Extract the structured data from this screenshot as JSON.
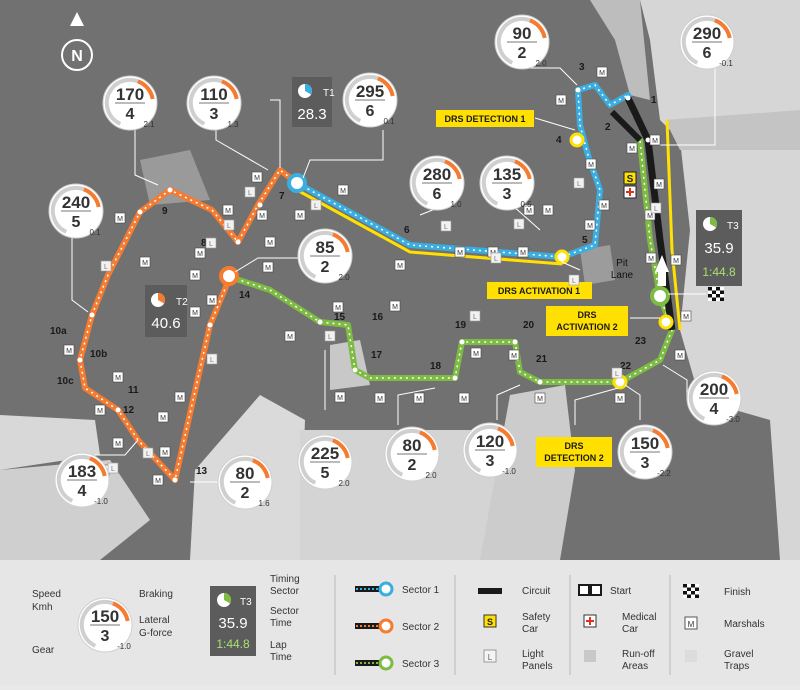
{
  "compass": {
    "label": "N"
  },
  "gauges": [
    {
      "speed": "90",
      "gear": "2",
      "g": "2.0"
    },
    {
      "speed": "290",
      "gear": "6",
      "g": "-0.1"
    },
    {
      "speed": "170",
      "gear": "4",
      "g": "2.1"
    },
    {
      "speed": "110",
      "gear": "3",
      "g": "1.3"
    },
    {
      "speed": "295",
      "gear": "6",
      "g": "0.1"
    },
    {
      "speed": "280",
      "gear": "6",
      "g": "1.0"
    },
    {
      "speed": "135",
      "gear": "3",
      "g": "0.5"
    },
    {
      "speed": "240",
      "gear": "5",
      "g": "0.1"
    },
    {
      "speed": "85",
      "gear": "2",
      "g": "2.0"
    },
    {
      "speed": "225",
      "gear": "5",
      "g": "2.0"
    },
    {
      "speed": "80",
      "gear": "2",
      "g": "2.0"
    },
    {
      "speed": "120",
      "gear": "3",
      "g": "-1.0"
    },
    {
      "speed": "150",
      "gear": "3",
      "g": "-2.2"
    },
    {
      "speed": "200",
      "gear": "4",
      "g": "-3.0"
    },
    {
      "speed": "183",
      "gear": "4",
      "g": "-1.0"
    },
    {
      "speed": "80",
      "gear": "2",
      "g": "1.6"
    }
  ],
  "timing": {
    "t1": {
      "label": "T1",
      "time": "28.3"
    },
    "t2": {
      "label": "T2",
      "time": "40.6"
    },
    "t3": {
      "label": "T3",
      "time": "35.9",
      "lap": "1:44.8"
    }
  },
  "corners": [
    "1",
    "2",
    "3",
    "4",
    "5",
    "6",
    "7",
    "8",
    "9",
    "10a",
    "10b",
    "10c",
    "11",
    "12",
    "13",
    "14",
    "15",
    "16",
    "17",
    "18",
    "19",
    "20",
    "21",
    "22",
    "23"
  ],
  "drs": {
    "detection1": "DRS DETECTION 1",
    "activation1": "DRS ACTIVATION 1",
    "activation2_l1": "DRS",
    "activation2_l2": "ACTIVATION 2",
    "detection2_l1": "DRS",
    "detection2_l2": "DETECTION 2"
  },
  "pitlane": {
    "l1": "Pit",
    "l2": "Lane"
  },
  "safety_car_letter": "S",
  "marshal_letter": "M",
  "panel_letter": "L",
  "colors": {
    "sector1": "#3aaee0",
    "sector2": "#f47b30",
    "sector3": "#7dbb42",
    "drs": "#ffe000",
    "ground": "#707070"
  },
  "legend": {
    "speed": "Speed",
    "kmh": "Kmh",
    "gear": "Gear",
    "braking": "Braking",
    "lateral": "Lateral",
    "gforce": "G-force",
    "sample_speed": "150",
    "sample_gear": "3",
    "sample_g": "-1.0",
    "sample_t": "T3",
    "sample_time": "35.9",
    "sample_lap": "1:44.8",
    "timing": "Timing",
    "sector": "Sector",
    "sector_time1": "Sector",
    "sector_time2": "Time",
    "lap": "Lap",
    "lap_time": "Time",
    "sector1": "Sector 1",
    "sector2": "Sector 2",
    "sector3": "Sector 3",
    "circuit": "Circuit",
    "safety1": "Safety",
    "safety2": "Car",
    "light1": "Light",
    "light2": "Panels",
    "start": "Start",
    "medical1": "Medical",
    "medical2": "Car",
    "runoff1": "Run-off",
    "runoff2": "Areas",
    "finish": "Finish",
    "marshals": "Marshals",
    "gravel1": "Gravel",
    "gravel2": "Traps"
  }
}
